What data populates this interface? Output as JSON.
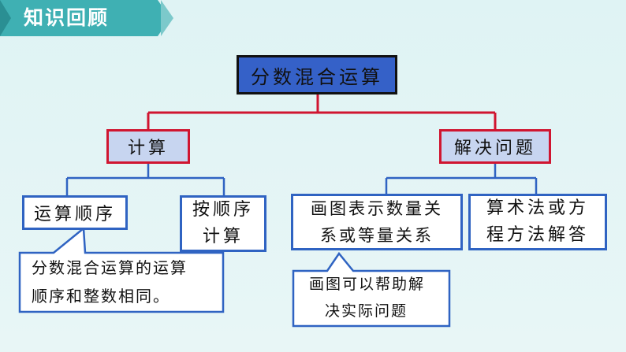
{
  "header": {
    "title": "知识回顾"
  },
  "root": {
    "label": "分数混合运算"
  },
  "level1": {
    "left": {
      "label": "计算"
    },
    "right": {
      "label": "解决问题"
    }
  },
  "level2": {
    "order": {
      "label": "运算顺序"
    },
    "press_order": {
      "line1": "按顺序",
      "line2": "计算"
    },
    "draw": {
      "line1": "画图表示数量关",
      "line2": "系或等量关系"
    },
    "methods": {
      "line1": "算术法或方",
      "line2": "程方法解答"
    }
  },
  "callouts": {
    "left": {
      "line1": "分数混合运算的运算",
      "line2": "顺序和整数相同。"
    },
    "right": {
      "line1": "画图可以帮助解",
      "line2": "决实际问题"
    }
  },
  "colors": {
    "header": "#3fb0b3",
    "root_fill": "#3561c8",
    "red_border": "#d01530",
    "red_fill": "#c7d5f0",
    "blue_border": "#2f63c2",
    "connector": "#d01530"
  }
}
